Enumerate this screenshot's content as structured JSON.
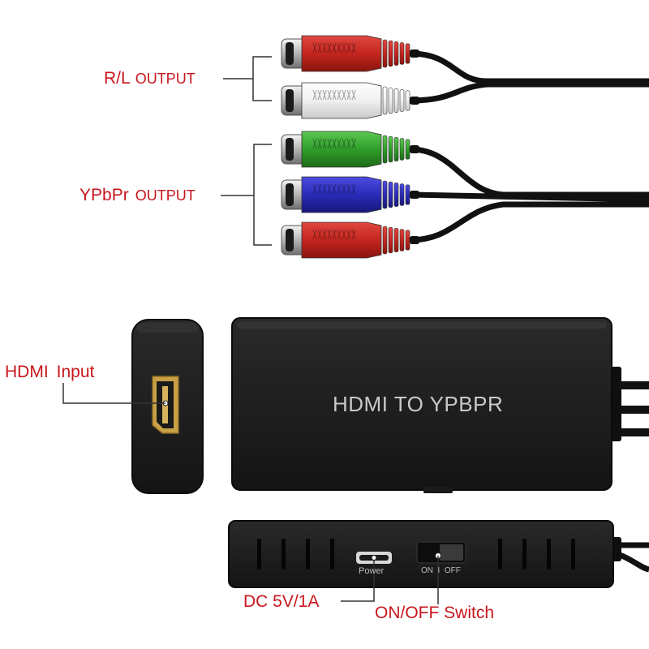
{
  "annotations": {
    "rl": {
      "main": "R/L",
      "sub": "OUTPUT"
    },
    "ypbpr": {
      "main": "YPbPr",
      "sub": "OUTPUT"
    },
    "hdmi": {
      "a": "HDMI",
      "b": "Input"
    },
    "dc": "DC 5V/1A",
    "switch": "ON/OFF Switch"
  },
  "device": {
    "title": "HDMI TO YPBPR",
    "power_label": "Power",
    "switch_label": "ON  I  OFF"
  },
  "connectors": [
    {
      "name": "rca-red-audio-r",
      "color": "#c4261f"
    },
    {
      "name": "rca-white-audio-l",
      "color": "#f2f2f2"
    },
    {
      "name": "rca-green-y",
      "color": "#2f9e2a"
    },
    {
      "name": "rca-blue-pb",
      "color": "#2a2bb8"
    },
    {
      "name": "rca-red-pr",
      "color": "#c4261f"
    }
  ],
  "colors": {
    "label_red": "#c8161d",
    "device_body": "#1b1b1b",
    "hdmi_gold": "#c8a046"
  }
}
